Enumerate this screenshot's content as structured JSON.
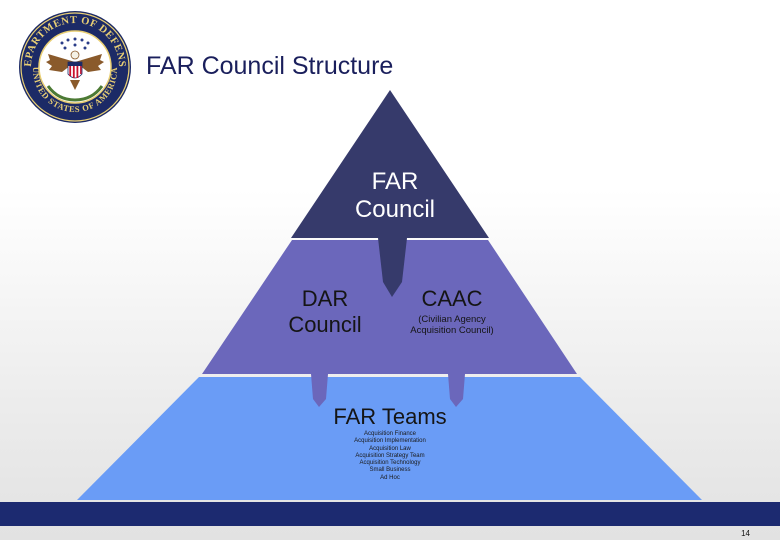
{
  "header": {
    "title": "FAR Council Structure",
    "seal": {
      "top_text": "DEPARTMENT OF DEFENSE",
      "bottom_text": "UNITED STATES OF AMERICA",
      "colors": {
        "ring": "#1c2a66",
        "ring_text": "#e9cf74",
        "field": "#ffffff",
        "eagle": "#8a5a2b",
        "shield_red": "#c8102e"
      }
    }
  },
  "pyramid": {
    "colors": {
      "top": "#363a6b",
      "middle": "#6b67bb",
      "bottom": "#6a9cf6"
    },
    "top_tier": {
      "label": "FAR\nCouncil"
    },
    "middle_tier": {
      "left_label": "DAR\nCouncil",
      "right_label": "CAAC",
      "right_sublabel": "(Civilian Agency\nAcquisition Council)"
    },
    "bottom_tier": {
      "label": "FAR Teams",
      "teams": [
        "Acquisition Finance",
        "Acquisition Implementation",
        "Acquisition Law",
        "Acquisition Strategy Team",
        "Acquisition Technology",
        "Small Business",
        "Ad Hoc"
      ]
    }
  },
  "footer": {
    "page_number": "14",
    "bar_color": "#1c2a70"
  }
}
